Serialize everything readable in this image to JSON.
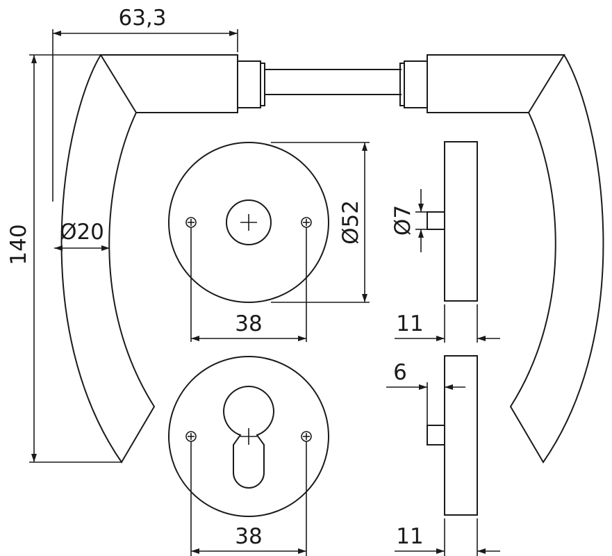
{
  "dimensions": {
    "handle_projection": "63,3",
    "handle_length": "140",
    "handle_diameter": "Ø20",
    "rose_diameter": "Ø52",
    "screw_spacing_top": "38",
    "screw_spacing_bottom": "38",
    "spindle_pin_diameter": "Ø7",
    "rose_thickness_top": "11",
    "rose_thickness_bottom": "11",
    "pin_projection": "6"
  }
}
